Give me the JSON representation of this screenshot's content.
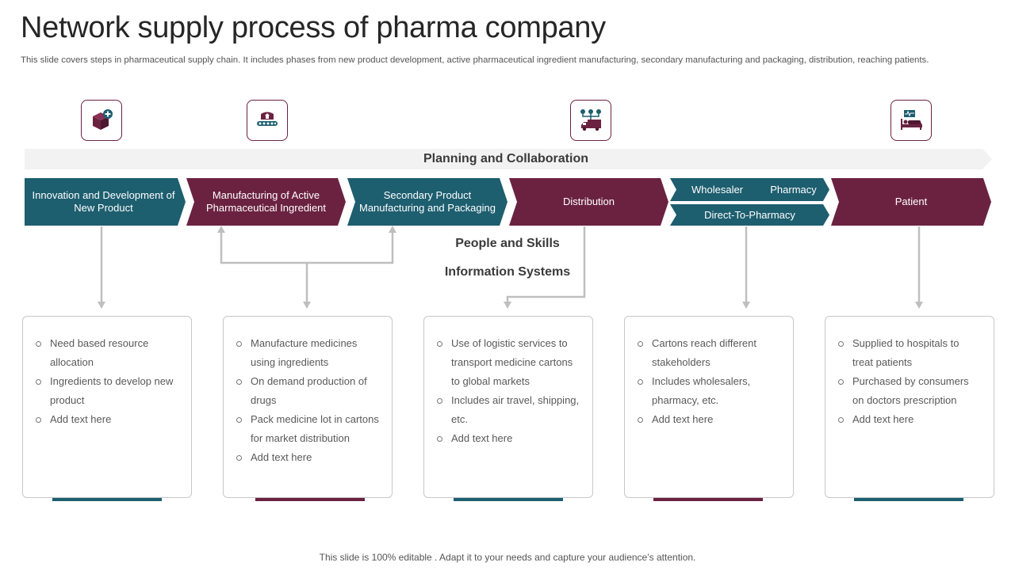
{
  "title": "Network supply process of pharma company",
  "subtitle": "This slide covers steps in pharmaceutical supply chain. It includes phases from new product development, active pharmaceutical ingredient manufacturing, secondary manufacturing and packaging, distribution, reaching patients.",
  "banner": "Planning and Collaboration",
  "colors": {
    "teal": "#1d5e6f",
    "wine": "#6b2241",
    "banner": "#f2f2f2",
    "connector": "#bfbfbf"
  },
  "icons": [
    "medicine-box-plus-icon",
    "conveyor-belt-icon",
    "distribution-truck-icon",
    "hospital-bed-icon"
  ],
  "phases": {
    "p1": "Innovation  and Development  of New Product",
    "p2": "Manufacturing  of Active Pharmaceutical Ingredient",
    "p3": "Secondary Product Manufacturing  and Packaging",
    "p4": "Distribution",
    "wholesaler": "Wholesaler",
    "pharmacy": "Pharmacy",
    "direct": "Direct-To-Pharmacy",
    "p5": "Patient"
  },
  "center_labels": {
    "people": "People and Skills",
    "info": "Information Systems"
  },
  "cards": [
    {
      "items": [
        "Need based resource allocation",
        "Ingredients to develop new product",
        "Add text here"
      ]
    },
    {
      "items": [
        "Manufacture medicines using ingredients",
        "On demand production of drugs",
        "Pack medicine lot in cartons for market distribution",
        "Add text here"
      ]
    },
    {
      "items": [
        "Use of logistic services to transport medicine cartons to global markets",
        "Includes air travel, shipping, etc.",
        "Add text here"
      ]
    },
    {
      "items": [
        "Cartons reach different stakeholders",
        "Includes wholesalers, pharmacy, etc.",
        "Add text here"
      ]
    },
    {
      "items": [
        "Supplied to hospitals to treat patients",
        "Purchased by consumers on doctors prescription",
        "Add text here"
      ]
    }
  ],
  "footer": "This slide is 100% editable . Adapt it to your needs and capture your audience’s attention."
}
